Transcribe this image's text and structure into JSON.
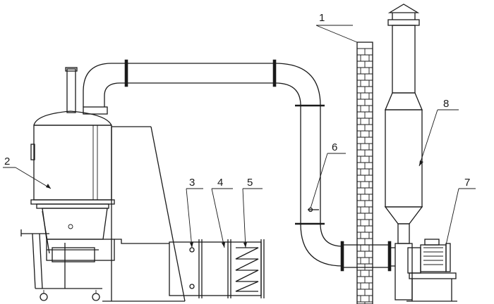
{
  "labels": [
    {
      "id": "wall",
      "text": "1"
    },
    {
      "id": "fluid-bed-dryer",
      "text": "2"
    },
    {
      "id": "air-inlet",
      "text": "3"
    },
    {
      "id": "filter-section",
      "text": "4"
    },
    {
      "id": "heater",
      "text": "5"
    },
    {
      "id": "damper",
      "text": "6"
    },
    {
      "id": "fan-motor",
      "text": "7"
    },
    {
      "id": "cyclone-separator",
      "text": "8"
    }
  ],
  "colors": {
    "line": "#1a1a1a",
    "background": "#ffffff"
  }
}
